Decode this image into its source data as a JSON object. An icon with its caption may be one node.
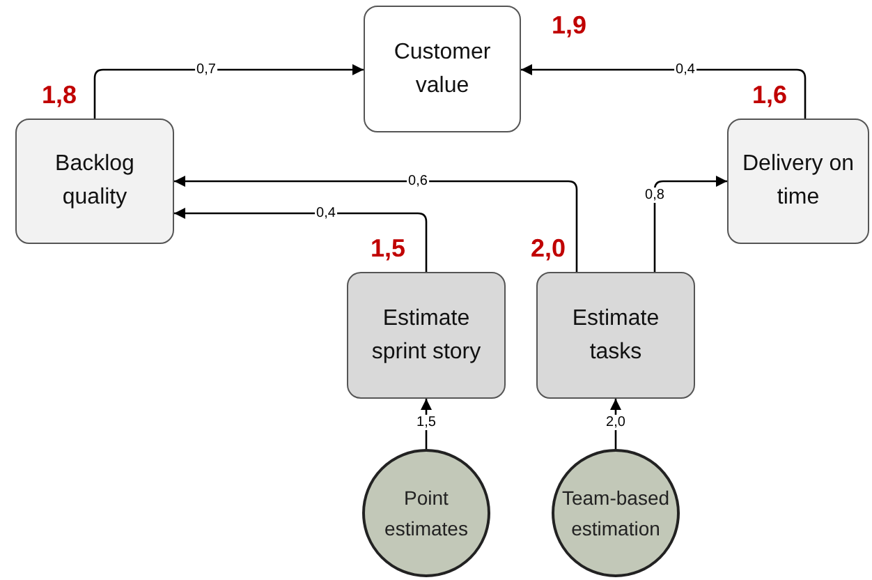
{
  "diagram": {
    "nodes": [
      {
        "text": [
          "Customer value"
        ],
        "beside": [
          "1,9"
        ]
      },
      {
        "text": [
          "Backlog quality"
        ],
        "beside": [
          "1,8"
        ]
      },
      {
        "text": [
          "Delivery on time"
        ],
        "beside": [
          "1,6"
        ]
      },
      {
        "text": [
          "Estimate sprint story"
        ],
        "beside": [
          "1,5"
        ]
      },
      {
        "text": [
          "Estimate tasks"
        ],
        "beside": [
          "2,0"
        ]
      },
      {
        "text": [
          "Point estimates"
        ]
      },
      {
        "text": [
          "Team-based estimation"
        ]
      }
    ],
    "edges": [
      {
        "from": 1,
        "to": 0,
        "arrow": "to",
        "label": "0,7"
      },
      {
        "from": 2,
        "to": 0,
        "arrow": "to",
        "label": "0,4"
      },
      {
        "from": 4,
        "to": 1,
        "arrow": "to",
        "label": "0,6"
      },
      {
        "from": 3,
        "to": 1,
        "arrow": "to",
        "label": "0,4"
      },
      {
        "from": 4,
        "to": 2,
        "arrow": "to",
        "label": "0,8"
      },
      {
        "from": 5,
        "to": 3,
        "arrow": "to",
        "label": "1,5"
      },
      {
        "from": 6,
        "to": 4,
        "arrow": "to",
        "label": "2,0"
      }
    ]
  }
}
